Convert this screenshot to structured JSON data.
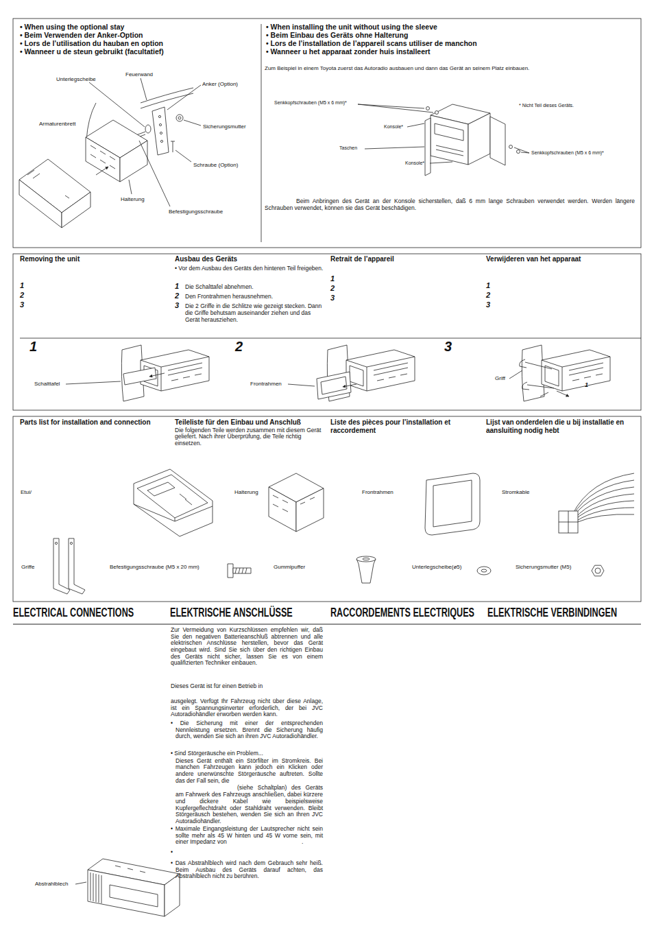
{
  "diagram": {
    "nodes": [
      {
        "text": [
          "• When using the optional stay",
          "• Beim Verwenden der Anker-Option",
          "• Lors de l’utilisation du hauban en option",
          "• Wanneer u de steun gebruikt (facultatief)"
        ]
      },
      {
        "text": [
          "• When installing the unit without using the sleeve",
          "• Beim Einbau des Geräts ohne Halterung",
          "• Lors de l’installation de l’appareil scans utiliser de manchon",
          "• Wanneer u het apparaat zonder huis installeert",
          "Zum Beispiel in einem Toyota zuerst das Autoradio ausbauen und dann das Gerät an seinem Platz einbauen.",
          "Beim Anbringen des Gerät an der Konsole sicherstellen, daß 6 mm lange Schrauben verwendet werden. Werden längere Schrauben verwendet, können sie das Gerät beschädigen."
        ]
      },
      {
        "text": [
          "Removing the unit",
          "Ausbau des Geräts",
          "• Vor dem Ausbau des Geräts den hinteren Teil freigeben.",
          "Die Schalttafel abnehmen.",
          "Den Frontrahmen herausnehmen.",
          "Die 2 Griffe in die Schlitze wie gezeigt stecken. Dann die Griffe behutsam auseinander ziehen und das Gerät herausziehen.",
          "Retrait de l’appareil",
          "Verwijderen van het apparaat"
        ]
      },
      {
        "text": [
          "Parts list for installation and connection",
          "Teileliste für den Einbau und Anschluß",
          "Die folgenden Teile werden zusammen mit diesem Gerät geliefert. Nach ihrer Überprüfung, die Teile richtig einsetzen.",
          "Liste des pièces pour l’installation et raccordement",
          "Lijst van onderdelen die u bij installatie en aansluiting nodig hebt"
        ]
      }
    ],
    "labels": [
      "Feuerwand",
      "Unterlegscheibe",
      "Anker (Option)",
      "Armaturenbrett",
      "Sicherungsmutter",
      "Schraube (Option)",
      "Halterung",
      "Befestigungsschraube",
      "Senkkopfschrauben (M5 x 6 mm)*",
      "* Nicht Teil dieses Geräts.",
      "Konsole*",
      "Taschen",
      "Senkkopfschrauben (M5 x 6 mm)*",
      "Konsole*",
      "1",
      "2",
      "3",
      "1",
      "2",
      "3",
      "1",
      "2",
      "3",
      "1",
      "2",
      "3",
      "1",
      "2",
      "3",
      "Schalttafel",
      "Frontrahmen",
      "Griff",
      "1",
      "Etui/",
      "Halterung",
      "Frontrahmen",
      "Stromkable",
      "Griffe",
      "Befestigungsschraube (M5 x 20 mm)",
      "Gummipuffer",
      "Unterlegscheibe(ø5)",
      "Sicherungsmutter (M5)",
      "ELECTRICAL CONNECTIONS",
      "ELEKTRISCHE ANSCHLÜSSE",
      "RACCORDEMENTS ELECTRIQUES",
      "ELEKTRISCHE VERBINDINGEN",
      "Zur Vermeidung von Kurzschlüssen empfehlen wir, daß Sie den negativen Batterieanschluß abtrennen und alle elektrischen Anschlüsse herstellen, bevor das Gerät eingebaut wird. Sind Sie sich über den richtigen Einbau des Geräts nicht sicher, lassen Sie es von einem qualifizierten Techniker einbauen.",
      "Dieses Gerät ist für einen Betrieb in",
      "ausgelegt. Verfügt Ihr Fahrzeug nicht über diese Anlage, ist ein Spannungsinverter erforderlich, der bei JVC Autoradiohändler erworben werden kann.",
      "• Die Sicherung mit einer der entsprechenden Nennleistung ersetzen. Brennt die Sicherung häufig durch, wenden Sie sich an ihren JVC Autoradiohändler.",
      "• Sind Störgeräusche ein Problem...",
      "Dieses Gerät enthält ein Störfilter im Stromkreis. Bei manchen Fahrzeugen kann jedoch ein Klicken oder andere unerwünschte Störgeräusche auftreten. Sollte das der Fall sein, die",
      "(siehe Schaltplan) des Geräts am Fahrwerk des Fahrzeugs anschließen, dabei kürzere und dickere Kabel wie beispielsweise Kupfergeflechtdraht oder Stahldraht verwenden. Bleibt Störgeräusch bestehen, wenden Sie sich an Ihren JVC Autoradiohändler.",
      "• Maximale Eingangsleistung der Lautsprecher nicht sein sollte mehr als 45 W hinten und 45 W vorne sein, mit einer Impedanz von",
      ".",
      "•",
      "• Das Abstrahlblech wird nach dem Gebrauch sehr heiß. Beim Ausbau des Geräts darauf achten, das Abstrahlblech nicht zu berühren.",
      "Abstrahlblech"
    ]
  }
}
